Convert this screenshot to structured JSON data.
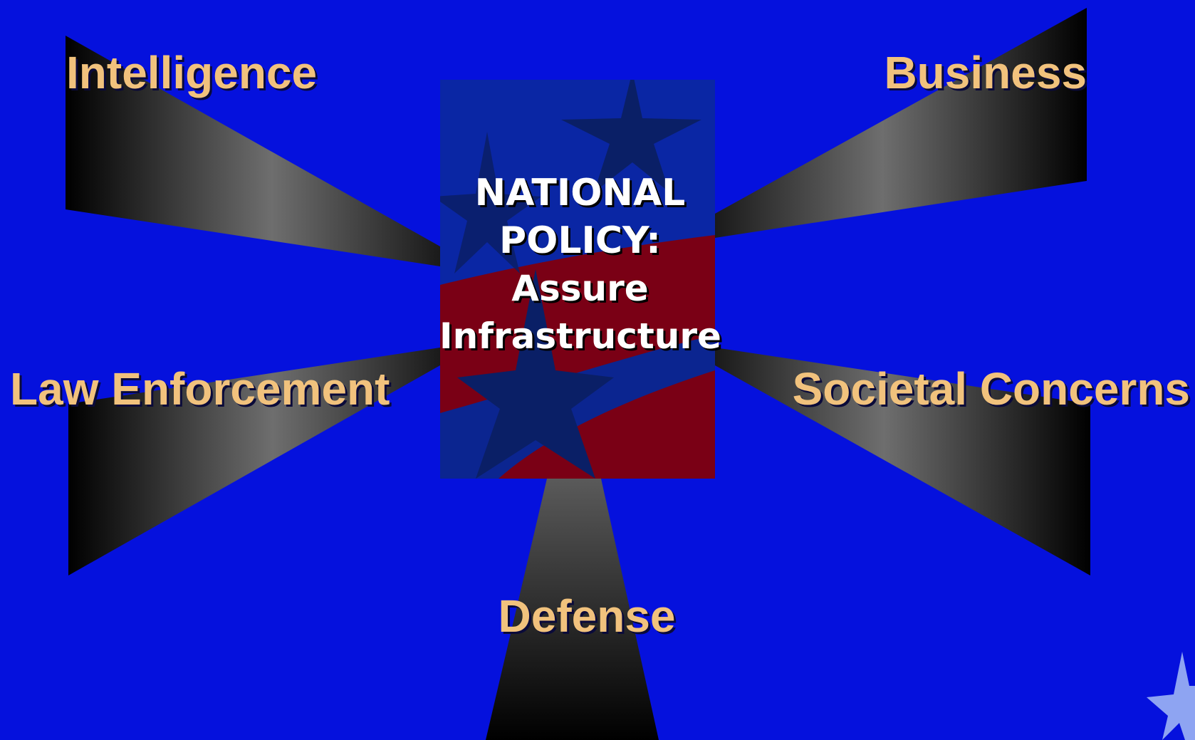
{
  "slide": {
    "background": "#0511dd",
    "center": {
      "lines": [
        "NATIONAL",
        "POLICY:",
        "Assure",
        "Infrastructure"
      ],
      "icon": "flag-stars-stripes"
    },
    "branches": {
      "intelligence": "Intelligence",
      "business": "Business",
      "law_enforcement": "Law Enforcement",
      "societal_concerns": "Societal Concerns",
      "defense": "Defense"
    },
    "corner_icon": "star-icon"
  },
  "colors": {
    "label": "#f1c27d",
    "center_text": "#ffffff",
    "flag_red": "#7a0015",
    "flag_blue": "#0b2590",
    "flag_star": "#0a1f66"
  }
}
